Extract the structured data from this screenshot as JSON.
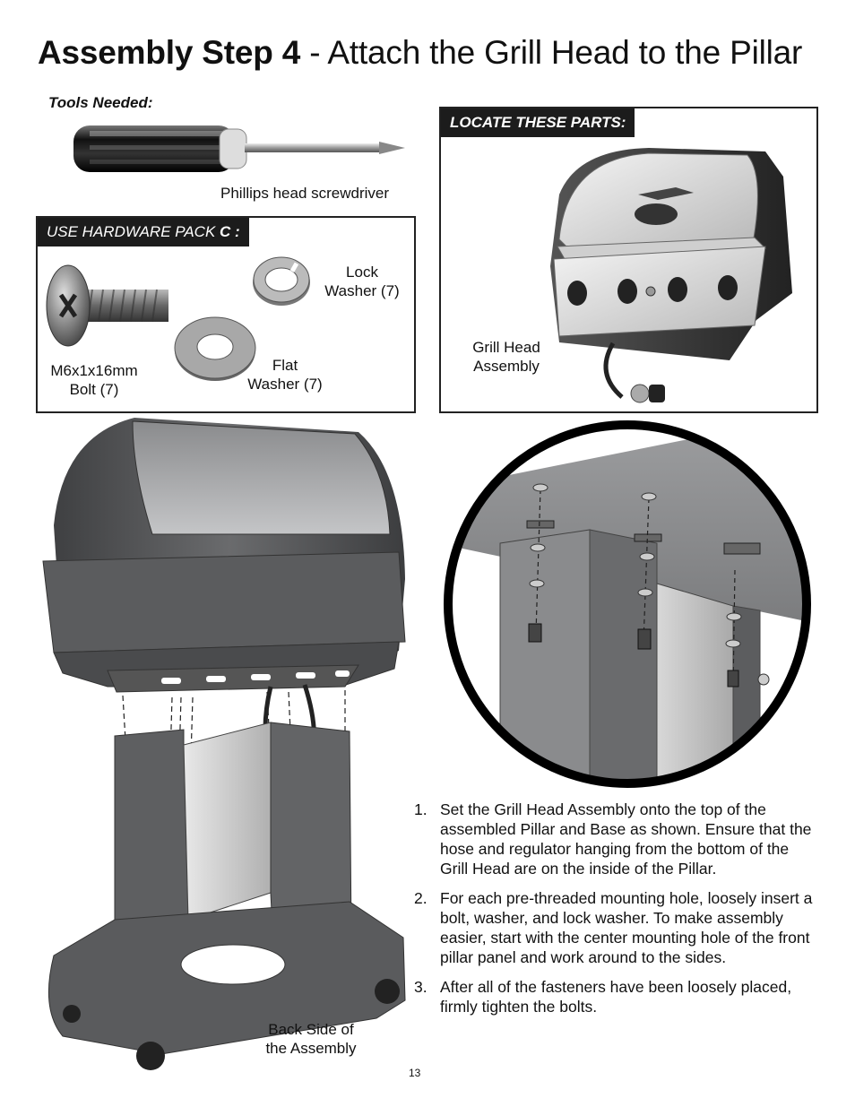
{
  "header": {
    "title_bold": "Assembly Step 4",
    "title_rest": " - Attach the Grill Head to the Pillar"
  },
  "tools": {
    "label": "Tools Needed:",
    "screwdriver_caption": "Phillips head screwdriver"
  },
  "hardware": {
    "header_prefix": "USE HARDWARE PACK ",
    "header_pack": "C :",
    "lock_washer": "Lock\nWasher (7)",
    "flat_washer": "Flat\nWasher (7)",
    "bolt": "M6x1x16mm\nBolt (7)"
  },
  "locate": {
    "header": "LOCATE THESE PARTS:",
    "grill_head_caption": "Grill Head\nAssembly"
  },
  "main_figure": {
    "back_side_caption": "Back Side of\nthe Assembly"
  },
  "steps": [
    {
      "num": "1.",
      "text": "Set the Grill Head Assembly onto the top of the assembled Pillar and Base as shown. Ensure that the hose and regulator hanging from the bottom of the Grill Head are on the inside of the Pillar."
    },
    {
      "num": "2.",
      "text": "For each pre-threaded mounting hole, loosely insert a bolt, washer, and lock washer. To make assembly easier, start with the center mounting hole of the front pillar panel and work around to the sides."
    },
    {
      "num": "3.",
      "text": "After all of the fasteners have been loosely placed, firmly tighten the bolts."
    }
  ],
  "page_number": "13",
  "colors": {
    "dark_panel": "#1c1c1c",
    "grill_gray": "#5b5c5e",
    "steel": "#c9cacc"
  }
}
